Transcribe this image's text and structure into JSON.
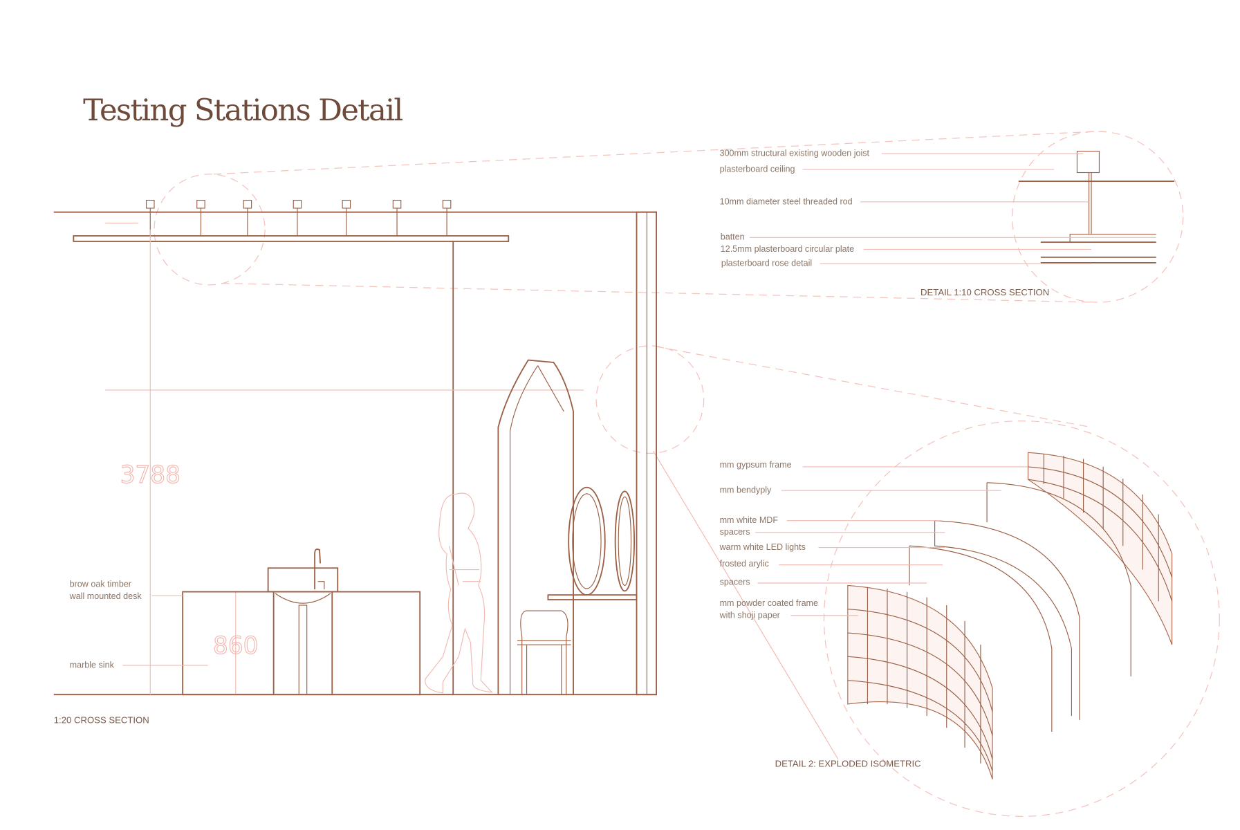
{
  "title": "Testing Stations Detail",
  "section_main": {
    "caption": "1:20 CROSS SECTION",
    "dimension_height": "3788",
    "dimension_desk": "860",
    "labels": [
      "brow oak timber",
      "wall mounted desk",
      "marble sink"
    ]
  },
  "detail_1": {
    "caption": "DETAIL 1:10 CROSS SECTION",
    "labels": [
      "300mm structural existing wooden joist",
      "plasterboard ceiling",
      "10mm diameter steel threaded rod",
      "batten",
      "12.5mm plasterboard circular plate",
      "plasterboard rose detail"
    ]
  },
  "detail_2": {
    "caption": "DETAIL 2: EXPLODED ISOMETRIC",
    "labels": [
      "mm gypsum frame",
      "mm bendyply",
      "mm white MDF",
      "spacers",
      "warm white LED lights",
      "frosted arylic",
      "spacers",
      "mm powder coated frame",
      "with shoji paper"
    ]
  },
  "colors": {
    "line": "#9a5f45",
    "accent_pink": "#f2b8b0",
    "text": "#8b7566"
  }
}
